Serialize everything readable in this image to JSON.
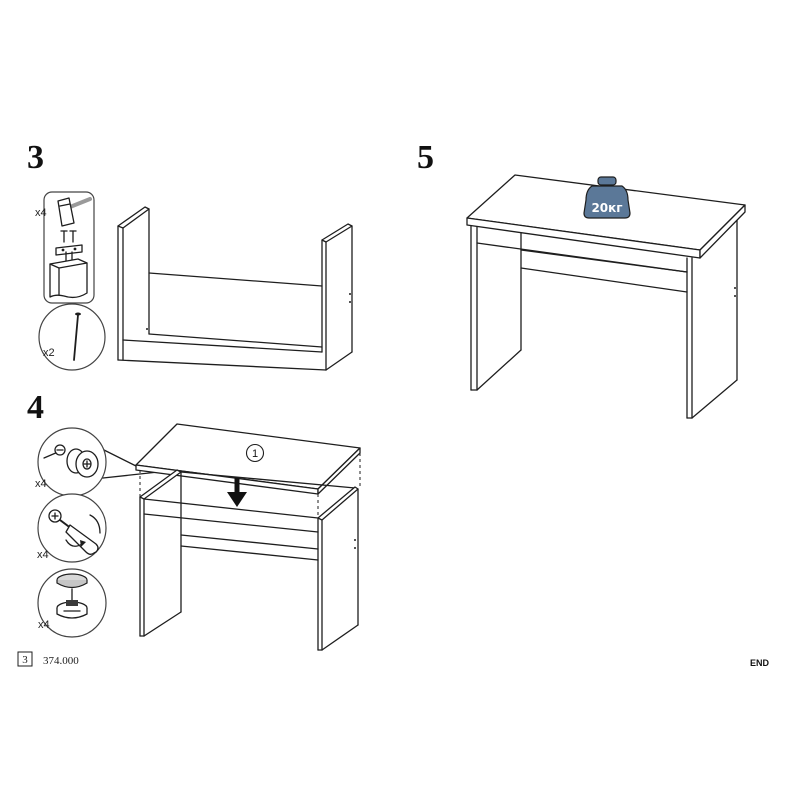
{
  "step3": {
    "number": "3",
    "hardware_qty": "x4",
    "nail_qty": "x2"
  },
  "step4": {
    "number": "4",
    "cam_bolt_qty": "x4",
    "cam_lock_qty": "x4",
    "cover_cap_qty": "x4",
    "part_marker": "1"
  },
  "step5": {
    "number": "5",
    "load_label": "20кг"
  },
  "footer": {
    "page_number": "3",
    "product_code": "374.000",
    "end_label": "END"
  },
  "colors": {
    "line": "#1e1e1e",
    "weight_fill": "#5b7898",
    "hardware_gray": "#bdbdbd"
  }
}
